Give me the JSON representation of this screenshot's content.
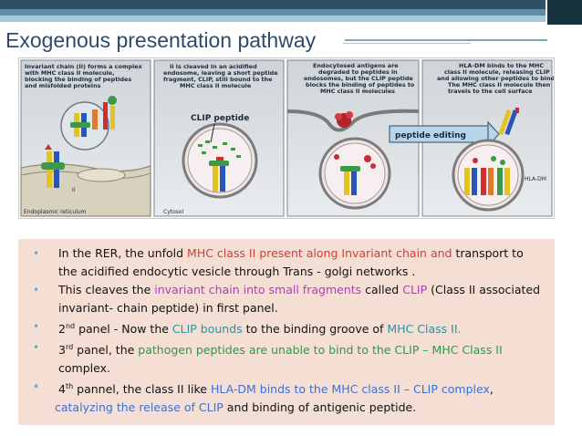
{
  "slide": {
    "title": "Exogenous presentation pathway"
  },
  "figure": {
    "panels": [
      {
        "caption": [
          "Invariant chain (Ii) forms a complex",
          "with MHC class II molecule,",
          "blocking the binding of peptides",
          "and misfolded proteins"
        ]
      },
      {
        "caption": [
          "Ii is cleaved in an acidified",
          "endosome, leaving a short peptide",
          "fragment, CLIP, still bound to the",
          "MHC class II molecule"
        ]
      },
      {
        "caption": [
          "Endocytosed antigens are",
          "degraded to peptides in",
          "endosomes, but the CLIP peptide",
          "blocks the binding of peptides to",
          "MHC class II molecules"
        ]
      },
      {
        "caption": [
          "HLA-DM binds to the MHC",
          "class II molecule, releasing CLIP",
          "and allowing other peptides to bind.",
          "The MHC class II molecule then",
          "travels to the cell surface"
        ]
      }
    ],
    "labels": {
      "ii": "Ii",
      "er": "Endoplasmic reticulum",
      "cytosol": "Cytosol",
      "clip_peptide": "CLIP peptide",
      "peptide_editing": "peptide editing",
      "hla_dm": "HLA-DM"
    }
  },
  "notes": {
    "b1": {
      "t1": "In the RER, the unfold ",
      "t2": "MHC class II present along Invariant chain and",
      "t3": " transport to",
      "t4": "the acidified endocytic vesicle through Trans - golgi networks ."
    },
    "b2": {
      "t1": "This cleaves the ",
      "t2": "invariant chain into small fragments",
      "t3": " called ",
      "t4": "CLIP",
      "t5": " (Class II associated",
      "t6": "invariant- chain peptide) in first panel."
    },
    "b3": {
      "n": "2",
      "sup": "nd",
      "t1": " panel - Now the ",
      "t2": "CLIP bounds",
      "t3": " to the binding groove of ",
      "t4": "MHC Class II."
    },
    "b4": {
      "n": "3",
      "sup": "rd",
      "t1": " panel, the ",
      "t2": "pathogen peptides are unable to bind to the CLIP – MHC Class II",
      "t3": "complex."
    },
    "b5": {
      "n": "4",
      "sup": "th",
      "t1": " pannel, the class II like ",
      "t2": "HLA-DM binds to the MHC class II – CLIP complex",
      "t3": ",",
      "t4": "catalyzing the release of CLIP",
      "t5": " and binding of antigenic peptide."
    }
  }
}
